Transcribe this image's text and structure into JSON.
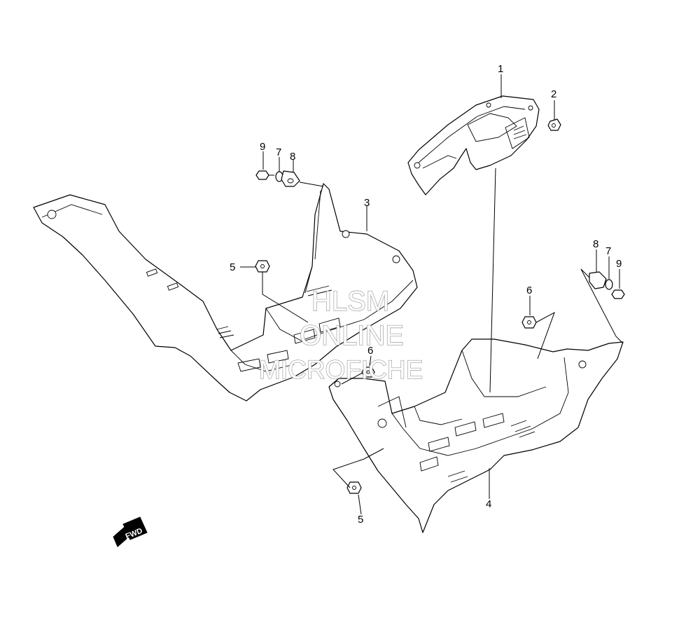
{
  "callouts": {
    "c1": "1",
    "c2": "2",
    "c3": "3",
    "c4": "4",
    "c5a": "5",
    "c5b": "5",
    "c6a": "6",
    "c6b": "6",
    "c7a": "7",
    "c7b": "7",
    "c8a": "8",
    "c8b": "8",
    "c9a": "9",
    "c9b": "9"
  },
  "watermark": {
    "line1": "HLSM",
    "line2": "ONLINE",
    "line3": "MICROFICHE"
  },
  "fwd_label": "FWD",
  "icons": {
    "fwd_arrow": "fwd-arrow-icon"
  }
}
